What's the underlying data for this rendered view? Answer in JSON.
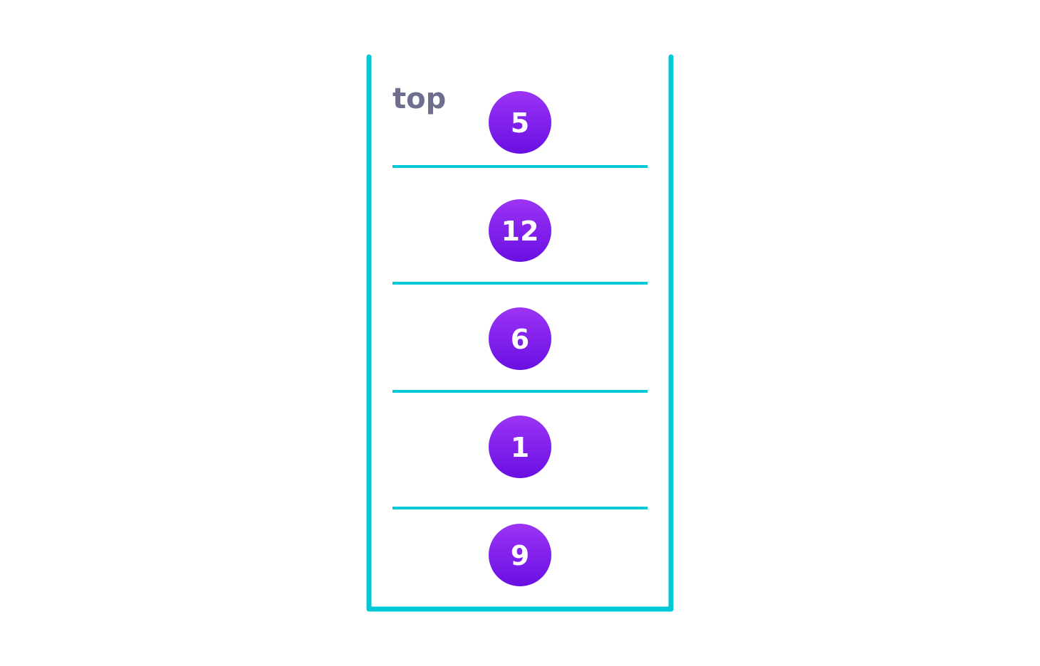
{
  "diagram": {
    "top_label": "top",
    "elements": [
      "5",
      "12",
      "6",
      "1",
      "9"
    ],
    "colors": {
      "container_stroke": "#00c8d7",
      "divider": "#00c8d7",
      "ball_light": "#9b34f5",
      "ball_dark": "#6a0fe3",
      "ball_text": "#ffffff",
      "label": "#6e6f8f"
    }
  }
}
